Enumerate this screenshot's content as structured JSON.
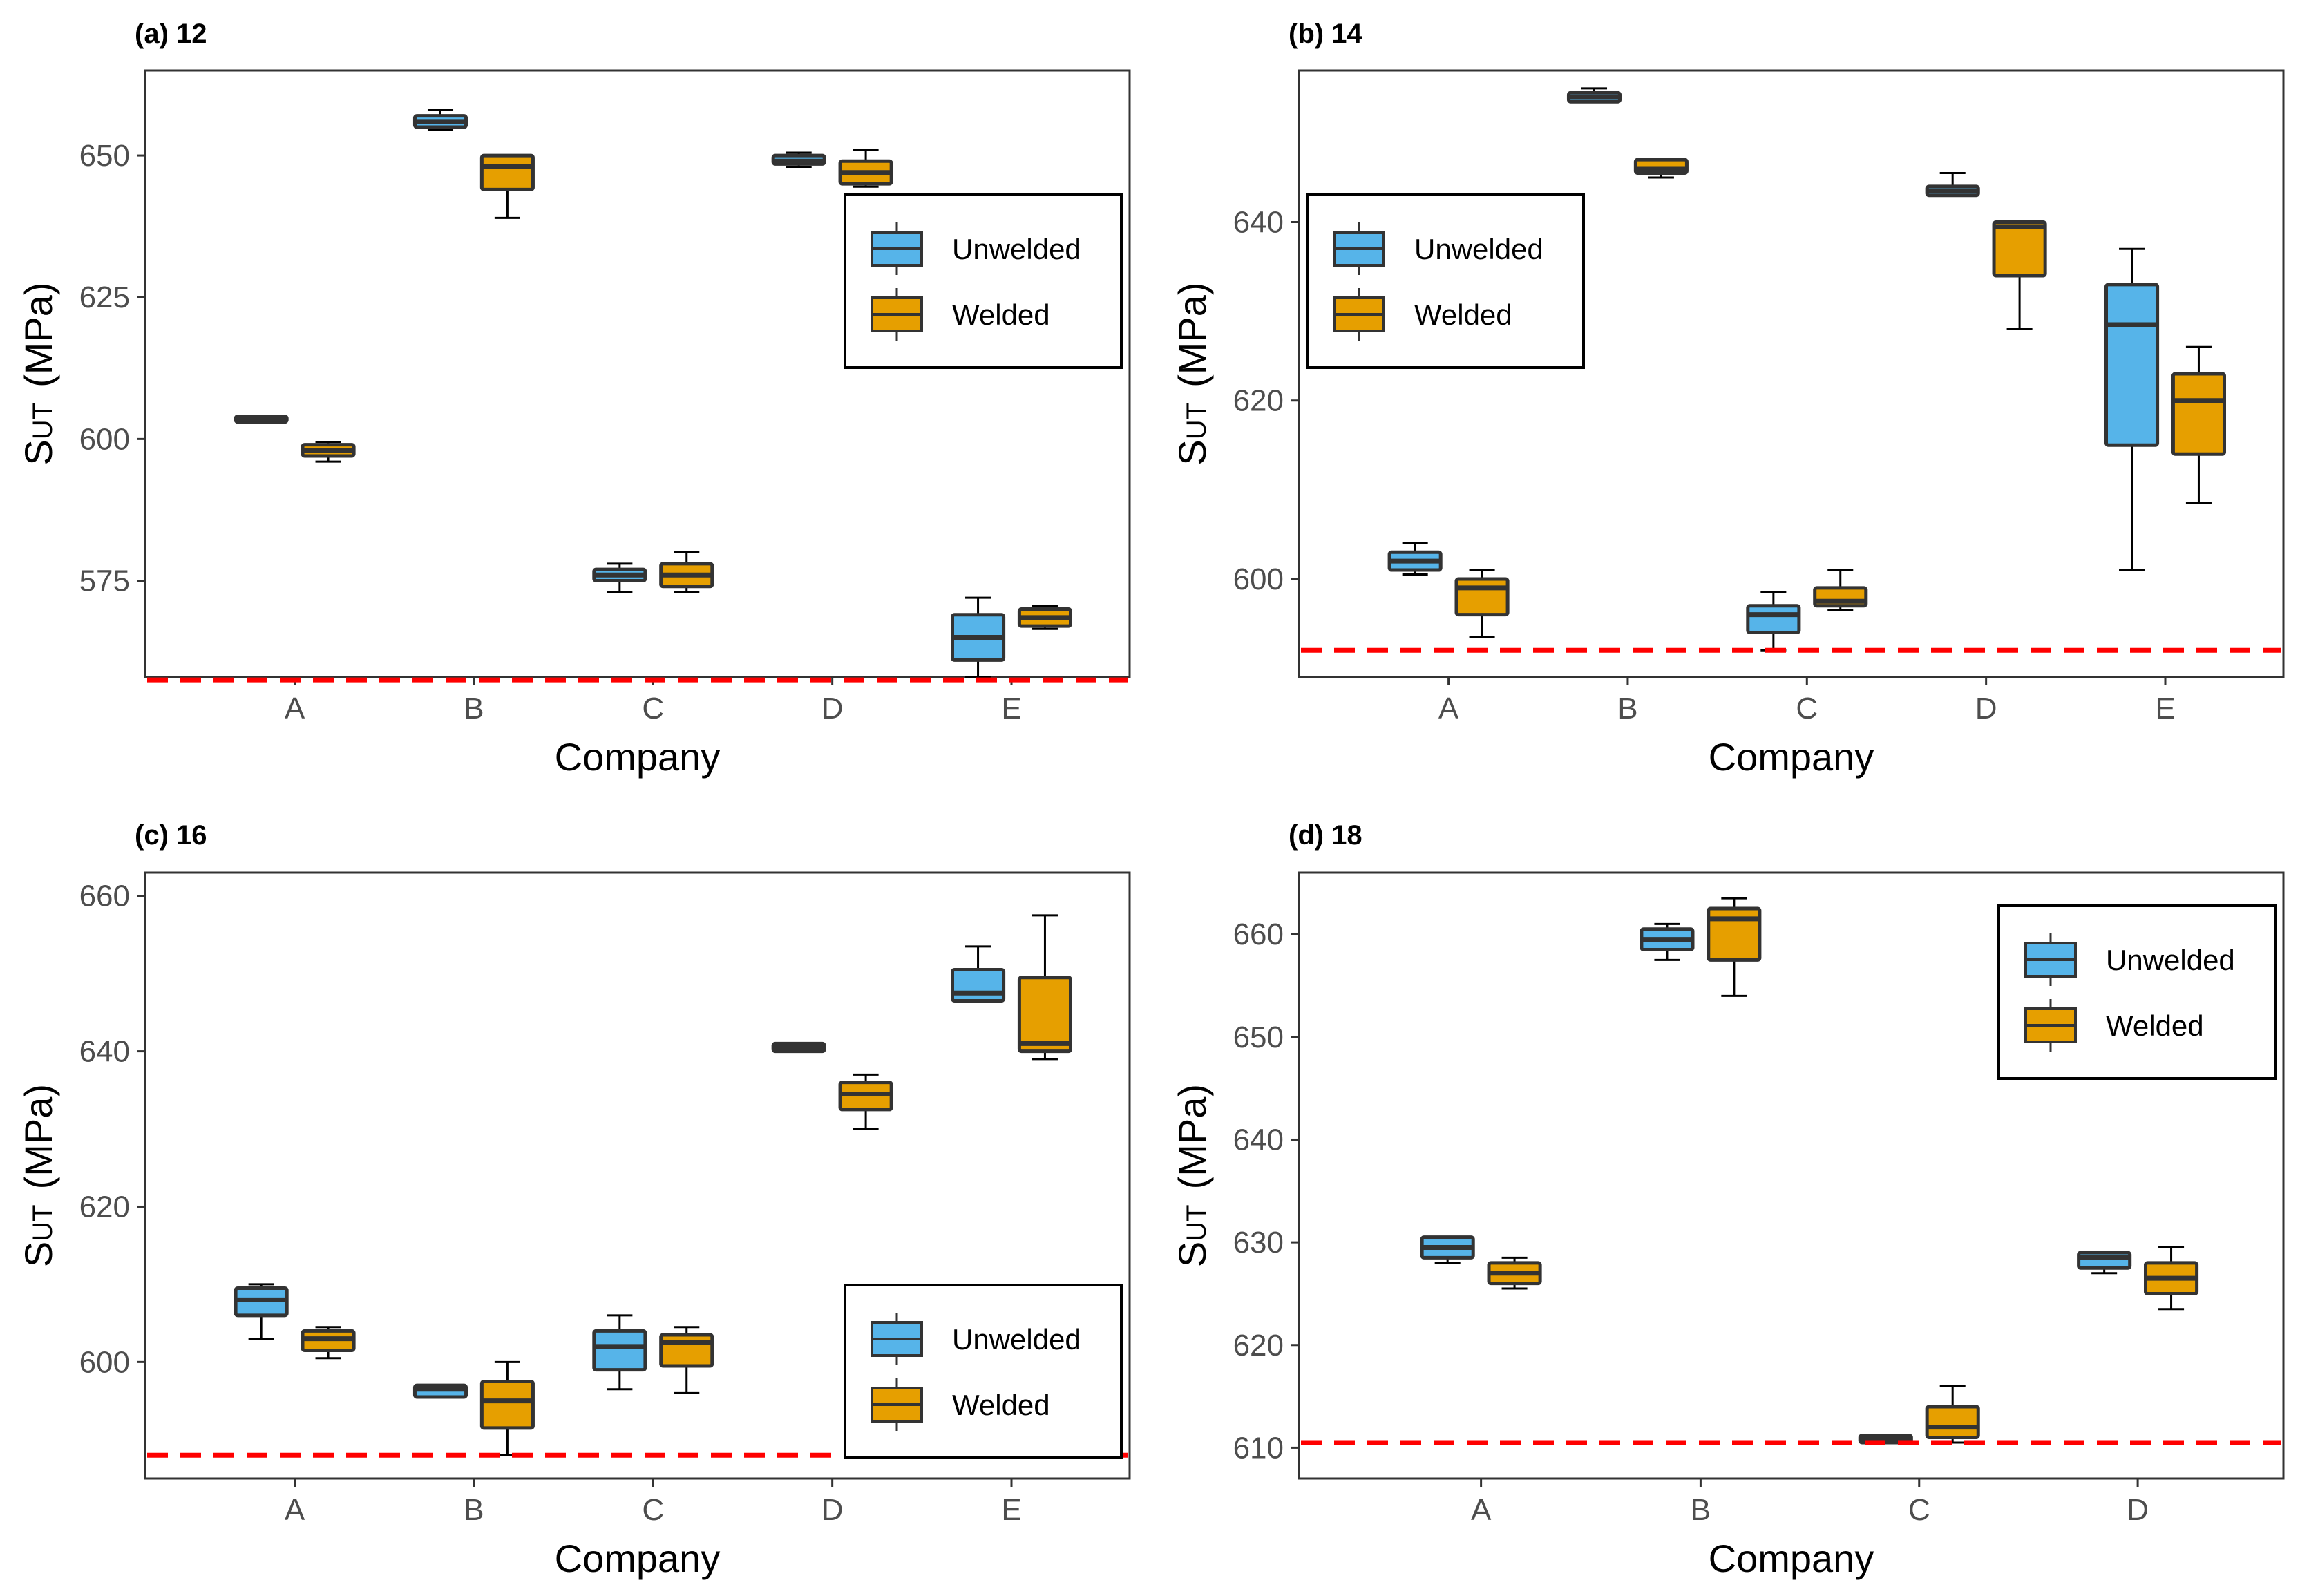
{
  "colors": {
    "unwelded": "#56B4E9",
    "welded": "#E69F00",
    "threshold": "#FF0000",
    "box_edge": "#333333",
    "whisker": "#000000"
  },
  "chart_data": [
    {
      "type": "box",
      "title": "(a) 12",
      "xlabel": "Company",
      "ylabel_main": "S",
      "ylabel_sub": "UT",
      "ylabel_unit": "(MPa)",
      "ylim": [
        558,
        665
      ],
      "yticks": [
        575,
        600,
        625,
        650
      ],
      "threshold": 557.5,
      "categories": [
        "A",
        "B",
        "C",
        "D",
        "E"
      ],
      "legend": {
        "position": "top-right",
        "entries": [
          "Unwelded",
          "Welded"
        ]
      },
      "series": [
        {
          "name": "Unwelded",
          "boxes": [
            {
              "min": 603,
              "q1": 603,
              "median": 603.5,
              "q3": 604,
              "max": 604
            },
            {
              "min": 654.5,
              "q1": 655,
              "median": 656,
              "q3": 657,
              "max": 658
            },
            {
              "min": 573,
              "q1": 575,
              "median": 576,
              "q3": 577,
              "max": 578
            },
            {
              "min": 648,
              "q1": 648.5,
              "median": 649,
              "q3": 650,
              "max": 650.5
            },
            {
              "min": 558,
              "q1": 561,
              "median": 565,
              "q3": 569,
              "max": 572
            }
          ]
        },
        {
          "name": "Welded",
          "boxes": [
            {
              "min": 596,
              "q1": 597,
              "median": 598,
              "q3": 599,
              "max": 599.5
            },
            {
              "min": 639,
              "q1": 644,
              "median": 648,
              "q3": 650,
              "max": 650
            },
            {
              "min": 573,
              "q1": 574,
              "median": 576,
              "q3": 578,
              "max": 580
            },
            {
              "min": 644.5,
              "q1": 645,
              "median": 647,
              "q3": 649,
              "max": 651
            },
            {
              "min": 566.5,
              "q1": 567,
              "median": 568.5,
              "q3": 570,
              "max": 570.5
            }
          ]
        }
      ]
    },
    {
      "type": "box",
      "title": "(b) 14",
      "xlabel": "Company",
      "ylabel_main": "S",
      "ylabel_sub": "UT",
      "ylabel_unit": "(MPa)",
      "ylim": [
        589,
        657
      ],
      "yticks": [
        600,
        620,
        640
      ],
      "threshold": 592,
      "categories": [
        "A",
        "B",
        "C",
        "D",
        "E"
      ],
      "legend": {
        "position": "top-left",
        "entries": [
          "Unwelded",
          "Welded"
        ]
      },
      "series": [
        {
          "name": "Unwelded",
          "boxes": [
            {
              "min": 600.5,
              "q1": 601,
              "median": 602,
              "q3": 603,
              "max": 604
            },
            {
              "min": 653.5,
              "q1": 653.5,
              "median": 654,
              "q3": 654.5,
              "max": 655
            },
            {
              "min": 592,
              "q1": 594,
              "median": 596,
              "q3": 597,
              "max": 598.5
            },
            {
              "min": 643,
              "q1": 643,
              "median": 643.5,
              "q3": 644,
              "max": 645.5
            },
            {
              "min": 601,
              "q1": 615,
              "median": 628.5,
              "q3": 633,
              "max": 637
            }
          ]
        },
        {
          "name": "Welded",
          "boxes": [
            {
              "min": 593.5,
              "q1": 596,
              "median": 599,
              "q3": 600,
              "max": 601
            },
            {
              "min": 645,
              "q1": 645.5,
              "median": 646,
              "q3": 647,
              "max": 647
            },
            {
              "min": 596.5,
              "q1": 597,
              "median": 597.5,
              "q3": 599,
              "max": 601
            },
            {
              "min": 628,
              "q1": 634,
              "median": 639.5,
              "q3": 640,
              "max": 640
            },
            {
              "min": 608.5,
              "q1": 614,
              "median": 620,
              "q3": 623,
              "max": 626
            }
          ]
        }
      ]
    },
    {
      "type": "box",
      "title": "(c) 16",
      "xlabel": "Company",
      "ylabel_main": "S",
      "ylabel_sub": "UT",
      "ylabel_unit": "(MPa)",
      "ylim": [
        585,
        663
      ],
      "yticks": [
        600,
        620,
        640,
        660
      ],
      "threshold": 588,
      "categories": [
        "A",
        "B",
        "C",
        "D",
        "E"
      ],
      "legend": {
        "position": "bottom-right",
        "entries": [
          "Unwelded",
          "Welded"
        ]
      },
      "series": [
        {
          "name": "Unwelded",
          "boxes": [
            {
              "min": 603,
              "q1": 606,
              "median": 608,
              "q3": 609.5,
              "max": 610
            },
            {
              "min": 595.5,
              "q1": 595.5,
              "median": 596.5,
              "q3": 597,
              "max": 597
            },
            {
              "min": 596.5,
              "q1": 599,
              "median": 602,
              "q3": 604,
              "max": 606
            },
            {
              "min": 640,
              "q1": 640,
              "median": 640.5,
              "q3": 641,
              "max": 641
            },
            {
              "min": 646.5,
              "q1": 646.5,
              "median": 647.5,
              "q3": 650.5,
              "max": 653.5
            }
          ]
        },
        {
          "name": "Welded",
          "boxes": [
            {
              "min": 600.5,
              "q1": 601.5,
              "median": 603,
              "q3": 604,
              "max": 604.5
            },
            {
              "min": 588,
              "q1": 591.5,
              "median": 595,
              "q3": 597.5,
              "max": 600
            },
            {
              "min": 596,
              "q1": 599.5,
              "median": 602.5,
              "q3": 603.5,
              "max": 604.5
            },
            {
              "min": 630,
              "q1": 632.5,
              "median": 634.5,
              "q3": 636,
              "max": 637
            },
            {
              "min": 639,
              "q1": 640,
              "median": 641,
              "q3": 649.5,
              "max": 657.5
            }
          ]
        }
      ]
    },
    {
      "type": "box",
      "title": "(d) 18",
      "xlabel": "Company",
      "ylabel_main": "S",
      "ylabel_sub": "UT",
      "ylabel_unit": "(MPa)",
      "ylim": [
        607,
        666
      ],
      "yticks": [
        610,
        620,
        630,
        640,
        650,
        660
      ],
      "threshold": 610.5,
      "categories": [
        "A",
        "B",
        "C",
        "D"
      ],
      "legend": {
        "position": "top-right",
        "entries": [
          "Unwelded",
          "Welded"
        ]
      },
      "series": [
        {
          "name": "Unwelded",
          "boxes": [
            {
              "min": 628,
              "q1": 628.5,
              "median": 629.5,
              "q3": 630.5,
              "max": 630.5
            },
            {
              "min": 657.5,
              "q1": 658.5,
              "median": 659.5,
              "q3": 660.5,
              "max": 661
            },
            {
              "min": 610.5,
              "q1": 610.5,
              "median": 610.8,
              "q3": 611.2,
              "max": 611.2
            },
            {
              "min": 627,
              "q1": 627.5,
              "median": 628.5,
              "q3": 629,
              "max": 629
            }
          ]
        },
        {
          "name": "Welded",
          "boxes": [
            {
              "min": 625.5,
              "q1": 626,
              "median": 627,
              "q3": 628,
              "max": 628.5
            },
            {
              "min": 654,
              "q1": 657.5,
              "median": 661.5,
              "q3": 662.5,
              "max": 663.5
            },
            {
              "min": 610.5,
              "q1": 611,
              "median": 612,
              "q3": 614,
              "max": 616
            },
            {
              "min": 623.5,
              "q1": 625,
              "median": 626.5,
              "q3": 628,
              "max": 629.5
            }
          ]
        }
      ]
    }
  ]
}
